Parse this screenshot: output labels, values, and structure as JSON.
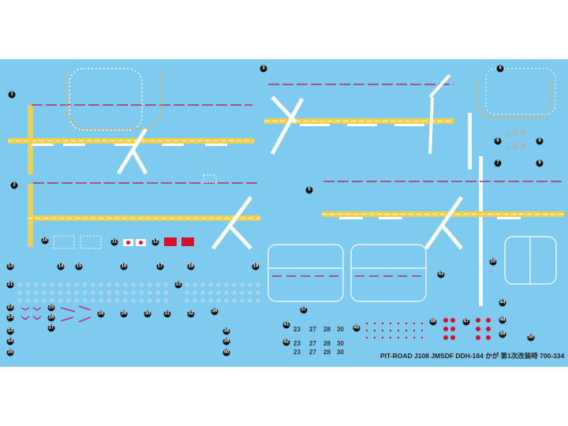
{
  "markers": [
    "1",
    "2",
    "3",
    "4",
    "5",
    "6",
    "7",
    "8",
    "9",
    "10",
    "11",
    "12",
    "13",
    "14",
    "15",
    "16",
    "17",
    "18",
    "19",
    "20",
    "21",
    "22",
    "23",
    "24",
    "25",
    "26",
    "27",
    "28",
    "29",
    "30",
    "31",
    "32",
    "33",
    "34",
    "35",
    "36",
    "37",
    "38",
    "39",
    "40",
    "41",
    "42",
    "43",
    "44",
    "45",
    "46",
    "47",
    "48",
    "49",
    "50"
  ],
  "hull_number": "184",
  "small_numbers": [
    "23",
    "27",
    "28",
    "30"
  ],
  "footer": "PIT-ROAD J108 JMSDF DDH-184 かが 第1次改装時 700-334",
  "colors": {
    "sheet": "#7ecbef",
    "deck_yellow": "#f2d04a",
    "dash_red": "#b03060",
    "hull_number": "#c8a58a",
    "roundel_red": "#d8102a"
  }
}
